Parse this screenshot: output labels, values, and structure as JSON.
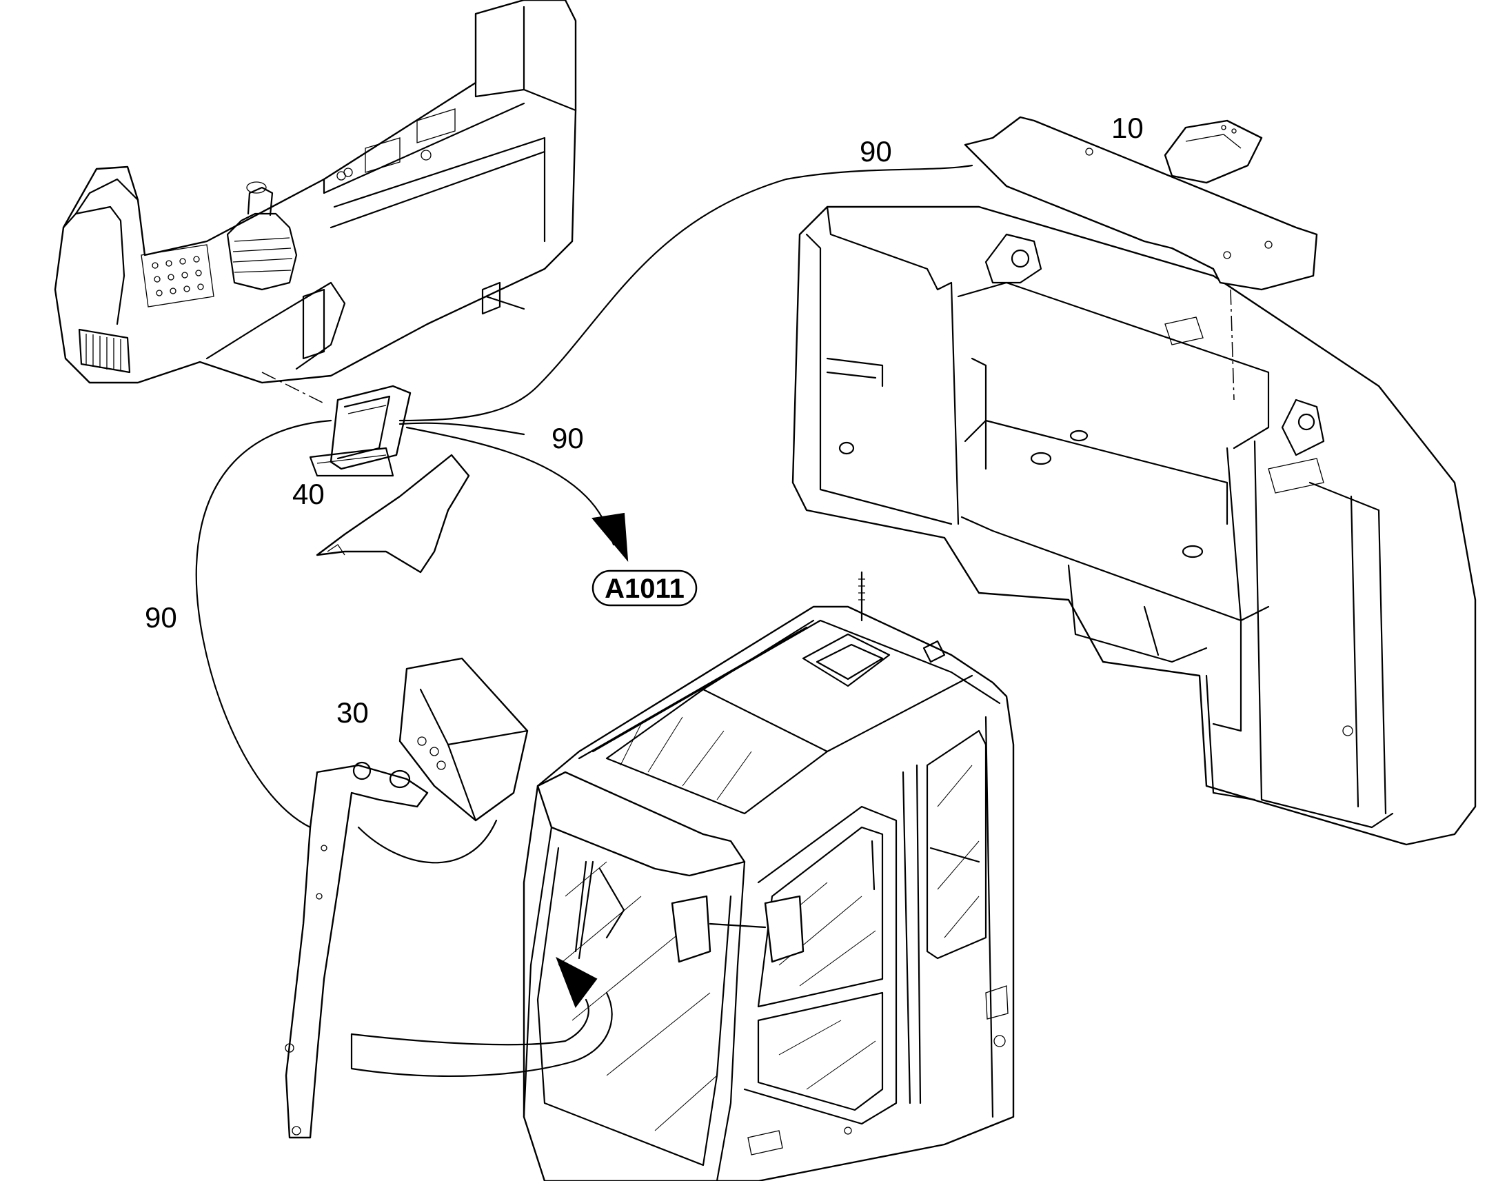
{
  "callouts": {
    "c10": "10",
    "c90_top": "90",
    "c90_mid": "90",
    "c90_left": "90",
    "c40": "40",
    "c30": "30"
  },
  "reference": {
    "label": "A1011"
  },
  "icons": {
    "arrow_mid": "arrowhead",
    "arrow_cab": "arrowhead"
  }
}
